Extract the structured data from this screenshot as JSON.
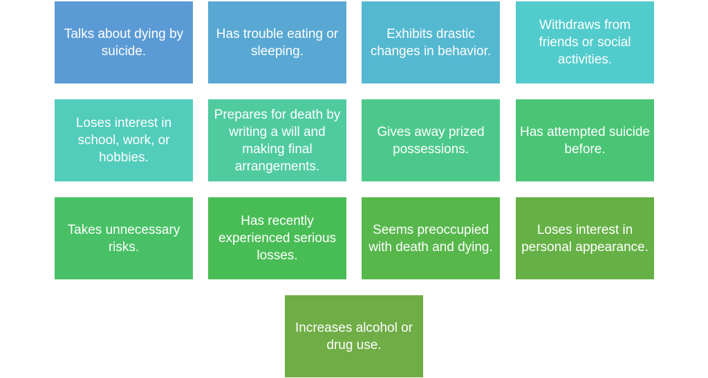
{
  "tiles": [
    {
      "text": "Talks about dying by suicide.",
      "color": "#5b9bd5"
    },
    {
      "text": "Has trouble eating or sleeping.",
      "color": "#58a8d3"
    },
    {
      "text": "Exhibits drastic changes in behavior.",
      "color": "#55b8d1"
    },
    {
      "text": "Withdraws from friends or social activities.",
      "color": "#52cbcc"
    },
    {
      "text": "Loses interest in school, work, or hobbies.",
      "color": "#52ccbb"
    },
    {
      "text": "Prepares for death by writing a will and making final arrangements.",
      "color": "#4fcb9f"
    },
    {
      "text": "Gives away prized possessions.",
      "color": "#4cc98a"
    },
    {
      "text": "Has attempted suicide before.",
      "color": "#49c575"
    },
    {
      "text": "Takes unnecessary risks.",
      "color": "#48c166"
    },
    {
      "text": "Has recently experienced serious losses.",
      "color": "#49bd55"
    },
    {
      "text": "Seems preoccupied with death and dying.",
      "color": "#57b74b"
    },
    {
      "text": "Loses interest in personal appearance.",
      "color": "#66b146"
    },
    {
      "text": "Increases alcohol or drug use.",
      "color": "#70ad47"
    }
  ]
}
